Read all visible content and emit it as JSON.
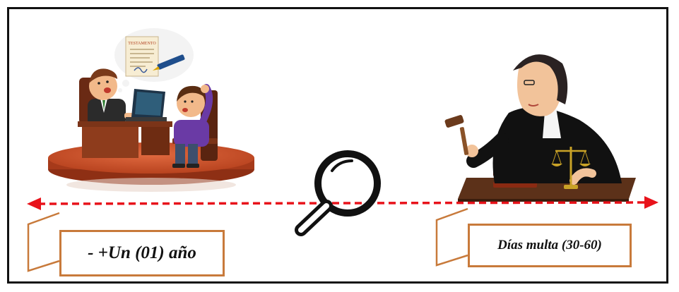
{
  "labels": {
    "left": "- +Un (01) año",
    "right": "Días multa (30-60)",
    "document_title": "TESTAMENTO"
  },
  "icons": {
    "left_scene": "notary-office-illustration",
    "right_scene": "judge-illustration",
    "center": "magnifying-glass-icon"
  },
  "colors": {
    "timeline": "#e8131b",
    "box_border": "#c87a3b",
    "bracket": "#c87a3b",
    "frame": "#111111"
  }
}
